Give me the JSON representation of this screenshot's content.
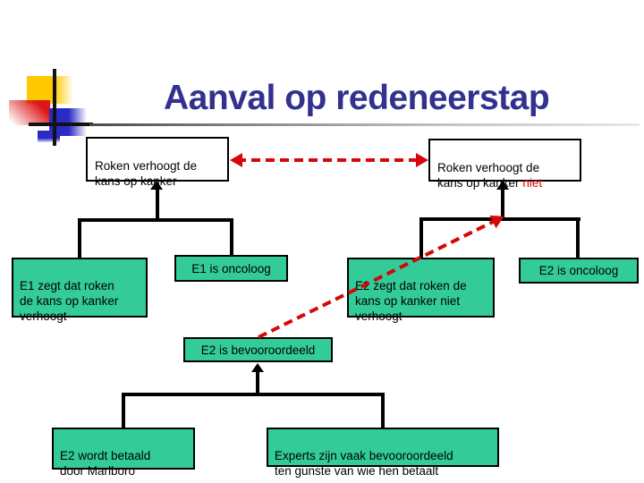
{
  "slide": {
    "title": "Aanval op redeneerstap"
  },
  "colors": {
    "title_blue": "#32318E",
    "box_teal": "#33CC99",
    "attack_red": "#D40808",
    "accent_yellow": "#FFC800",
    "accent_blue": "#2A2AC4"
  },
  "boxes": {
    "claim_left": "Roken verhoogt de\nkans op kanker",
    "claim_right_text": "Roken verhoogt de\nkans op kanker",
    "claim_right_negation": " niet",
    "e1_premise": "E1 zegt dat roken\nde kans op kanker\nverhoogt",
    "e1_backing": "E1 is oncoloog",
    "e2_premise": "E2 zegt dat roken de\nkans op kanker niet\nverhoogt",
    "e2_backing": "E2 is oncoloog",
    "e2_bias": "E2 is bevooroordeeld",
    "bias_premise_left": "E2 wordt betaald\ndoor Marlboro",
    "bias_premise_right": "Experts zijn vaak bevooroordeeld\nten gunste van wie hen betaalt"
  }
}
